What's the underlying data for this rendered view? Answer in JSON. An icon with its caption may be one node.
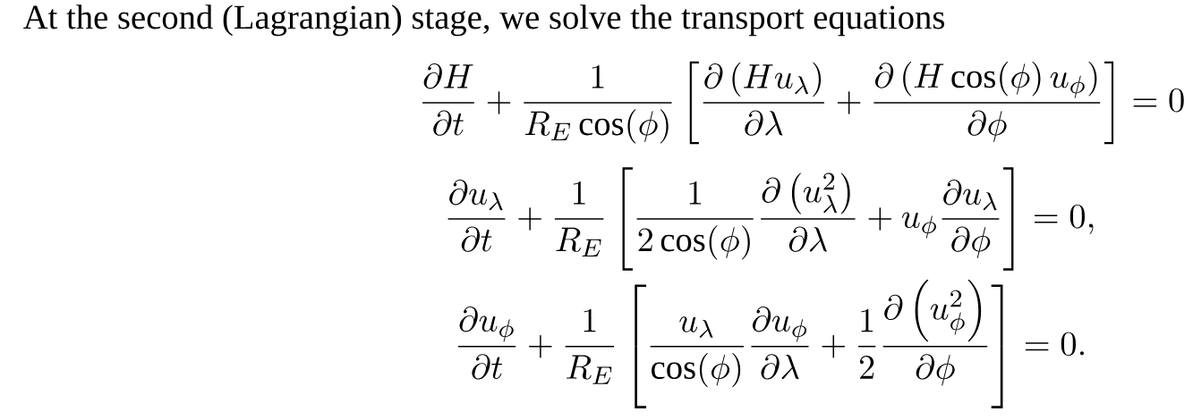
{
  "diagram": {
    "labels": [
      "At the second (Lagrangian) stage, we solve the transport equations",
      "\\frac{\\partial H}{\\partial t}+\\frac{1}{R_E\\cos(\\phi)}\\left[\\frac{\\partial\\left(Hu_\\lambda\\right)}{\\partial\\lambda}+\\frac{\\partial\\left(H\\cos(\\phi)\\,u_\\phi\\right)}{\\partial\\phi}\\right]=0",
      "\\frac{\\partial u_\\lambda}{\\partial t}+\\frac{1}{R_E}\\left[\\frac{1}{2\\cos(\\phi)}\\frac{\\partial\\left(u_\\lambda^2\\right)}{\\partial\\lambda}+u_\\phi\\frac{\\partial u_\\lambda}{\\partial\\phi}\\right]=0,",
      "\\frac{\\partial u_\\phi}{\\partial t}+\\frac{1}{R_E}\\left[\\frac{u_\\lambda}{\\cos(\\phi)}\\frac{\\partial u_\\phi}{\\partial\\lambda}+\\frac{1}{2}\\frac{\\partial\\left(u_\\phi^2\\right)}{\\partial\\phi}\\right]=0."
    ]
  }
}
